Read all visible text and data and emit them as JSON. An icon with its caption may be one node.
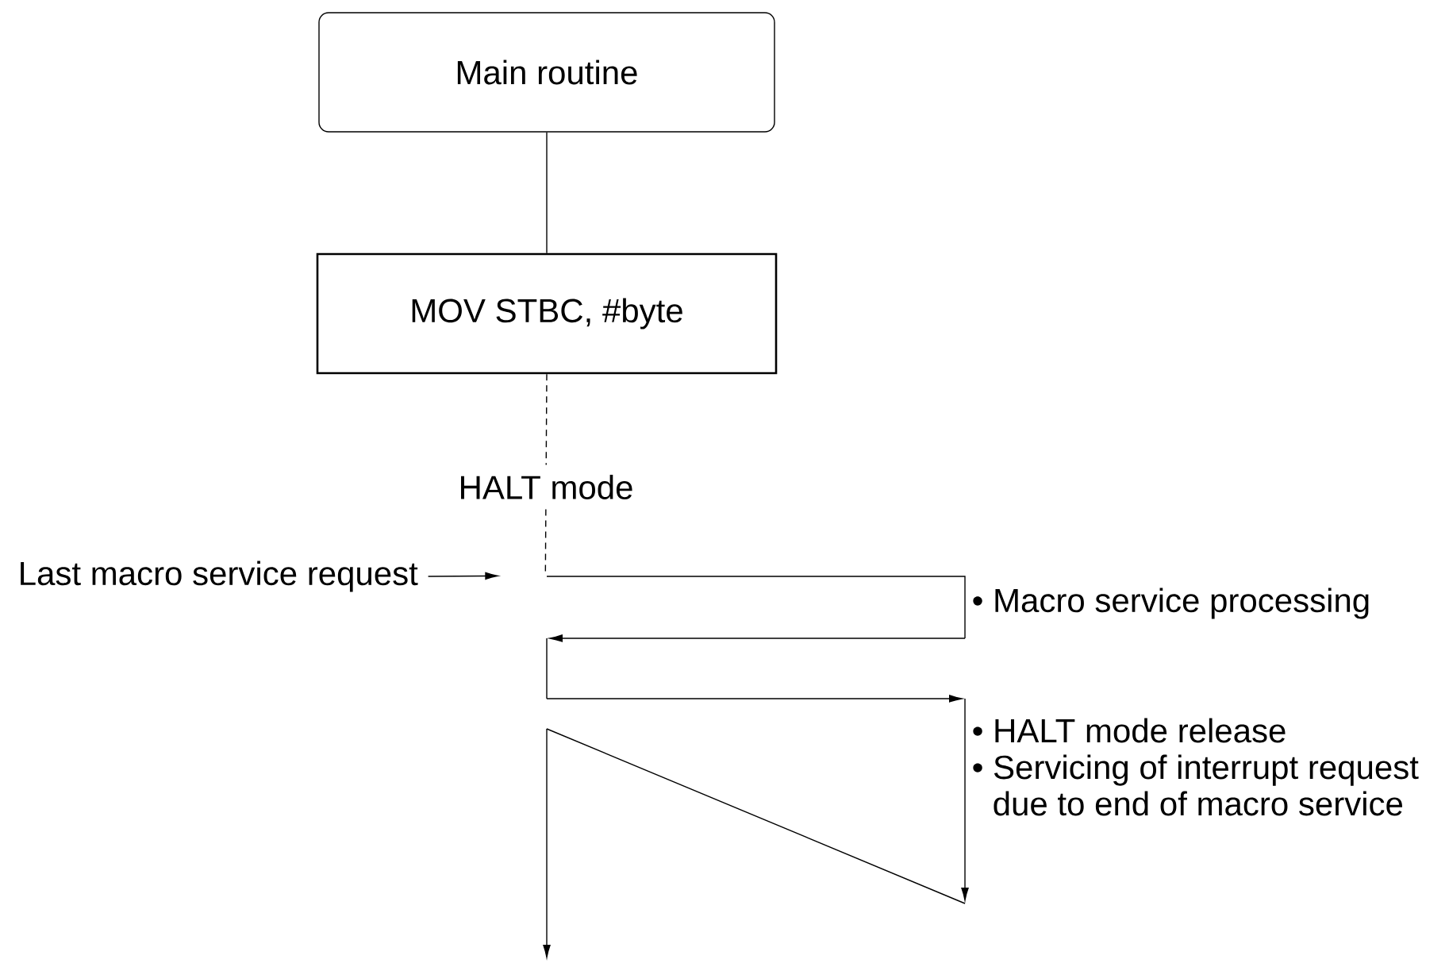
{
  "diagram": {
    "nodes": [
      {
        "text": [
          "Main routine"
        ]
      },
      {
        "text": [
          "MOV STBC, #byte"
        ]
      },
      {
        "text": [
          "Last macro service request"
        ]
      },
      {
        "text": [],
        "shape": "line",
        "beside": [
          "• Macro service processing",
          "• HALT mode release",
          "• Servicing of interrupt request due to end of macro service"
        ]
      }
    ],
    "edges": [
      {
        "from": 0,
        "to": 1,
        "arrow": "none"
      },
      {
        "from": 1,
        "to": 3,
        "arrow": "none",
        "style": "dashed",
        "label": "HALT mode"
      },
      {
        "from": 2,
        "to": 3,
        "arrow": "to"
      }
    ]
  }
}
